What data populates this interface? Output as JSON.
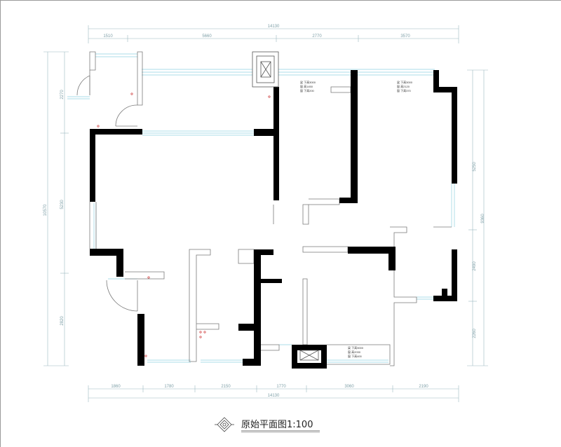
{
  "drawing": {
    "title": "原始平面图1:100"
  },
  "dimensions": {
    "top_total": "14130",
    "top_segments": [
      "1510",
      "5660",
      "2770",
      "3570"
    ],
    "bottom_total": "14130",
    "bottom_segments": [
      "1860",
      "1780",
      "2150",
      "1770",
      "3060",
      "2190"
    ],
    "left_total": "10570",
    "left_segments": [
      "2270",
      "5230",
      "2820"
    ],
    "right_total": "9360",
    "right_segments": [
      "5250",
      "2490",
      "2260"
    ]
  },
  "notes": {
    "window_top_left": [
      "梁 下高3000",
      "窗 高1450",
      "窗 下高200"
    ],
    "window_top_right": [
      "梁 下高3000",
      "窗 高2120",
      "窗 下高370"
    ],
    "window_bottom": [
      "梁 下高3000",
      "窗 高2030",
      "窗 下高400"
    ]
  },
  "colors": {
    "wall": "#000000",
    "window": "#8fd2e0",
    "dimension": "#7fa0a8",
    "partition": "#7a7a7a"
  }
}
